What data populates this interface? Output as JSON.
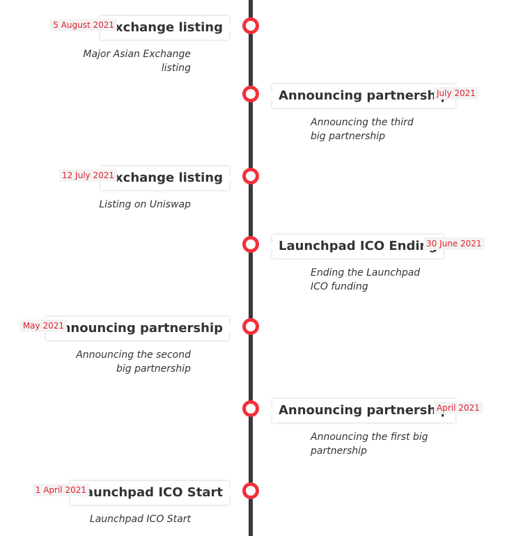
{
  "accent_color": "#f2303c",
  "line_color": "#3a3a3a",
  "events": [
    {
      "date": "5 August 2021",
      "title": "Exchange listing",
      "description": "Major Asian Exchange listing",
      "side": "left"
    },
    {
      "date": "July 2021",
      "title": "Announcing partnership",
      "description": "Announcing the third big partnership",
      "side": "right"
    },
    {
      "date": "12 July 2021",
      "title": "Exchange listing",
      "description": "Listing on Uniswap",
      "side": "left"
    },
    {
      "date": "30 June 2021",
      "title": "Launchpad ICO Ending",
      "description": "Ending the Launchpad ICO funding",
      "side": "right"
    },
    {
      "date": "May 2021",
      "title": "Announcing partnership",
      "description": "Announcing the second big partnership",
      "side": "left"
    },
    {
      "date": "April 2021",
      "title": "Announcing partnership",
      "description": "Announcing the first big partnership",
      "side": "right"
    },
    {
      "date": "1 April 2021",
      "title": "Launchpad ICO Start",
      "description": "Launchpad ICO Start",
      "side": "left"
    }
  ]
}
